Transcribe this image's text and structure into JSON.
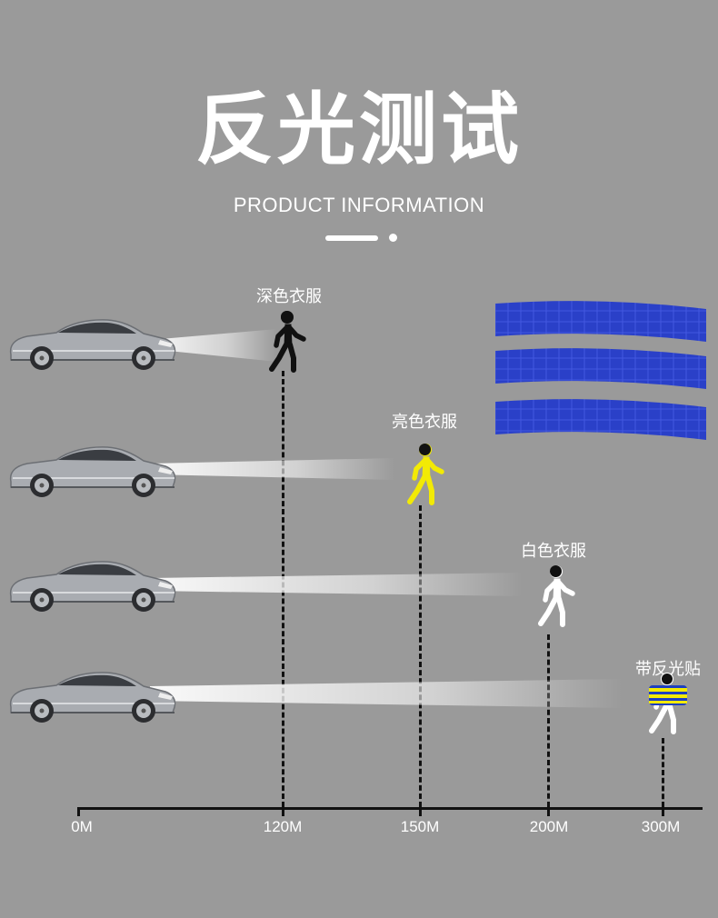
{
  "header": {
    "title": "反光测试",
    "subtitle": "PRODUCT INFORMATION"
  },
  "rows": [
    {
      "label": "深色衣服",
      "distance": "120M",
      "clothing_color": "#111111",
      "reflective": false
    },
    {
      "label": "亮色衣服",
      "distance": "150M",
      "clothing_color": "#f2ea05",
      "reflective": false
    },
    {
      "label": "白色衣服",
      "distance": "200M",
      "clothing_color": "#ffffff",
      "reflective": false
    },
    {
      "label": "带反光贴",
      "distance": "300M",
      "clothing_color": "#ffffff",
      "reflective": true
    }
  ],
  "axis": {
    "origin_label": "0M"
  },
  "colors": {
    "background": "#9a9a9a",
    "reflective_tape": "#2a40c8",
    "reflective_stripe_yellow": "#f2ea05",
    "reflective_stripe_blue": "#1e40c0"
  }
}
